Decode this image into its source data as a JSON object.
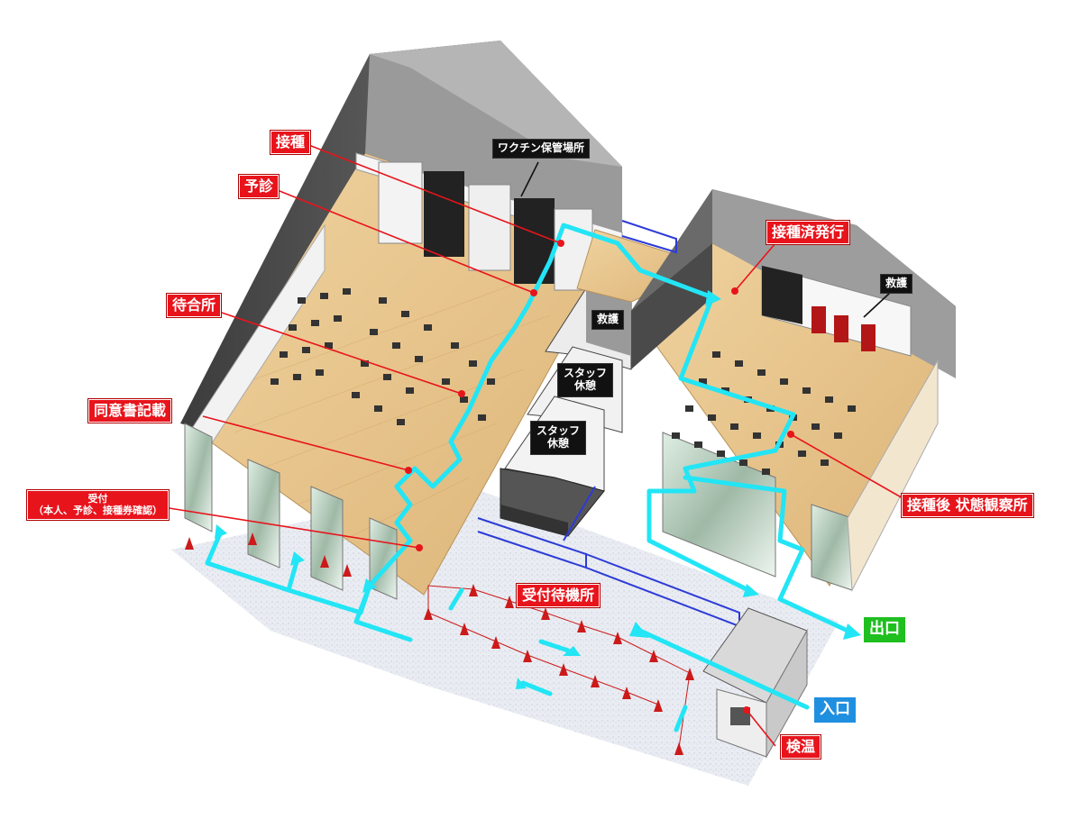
{
  "labels": {
    "vaccination": "接種",
    "pre_exam": "予診",
    "vaccine_storage": "ワクチン保管場所",
    "cert_issue": "接種済発行",
    "first_aid_1": "救護",
    "first_aid_2": "救護",
    "waiting_area": "待合所",
    "staff_rest_1_line1": "スタッフ",
    "staff_rest_1_line2": "休憩",
    "staff_rest_2_line1": "スタッフ",
    "staff_rest_2_line2": "休憩",
    "consent_form": "同意書記載",
    "reception_line1": "受付",
    "reception_line2": "（本人、予診、接種券確認）",
    "observation_area": "接種後 状態観察所",
    "reception_waiting": "受付待機所",
    "exit": "出口",
    "entrance": "入口",
    "temperature_check": "検温"
  },
  "colors": {
    "label_red": "#e8141c",
    "label_black": "#111111",
    "exit_green": "#1fbf1f",
    "entrance_blue": "#1f8fe0",
    "flow_arrow": "#22e5f5",
    "floor_wood": "#e7c38a",
    "roof_gray": "#6e6e6e",
    "fence_blue": "#2d3bd8",
    "cone_red": "#cc1a1a"
  }
}
